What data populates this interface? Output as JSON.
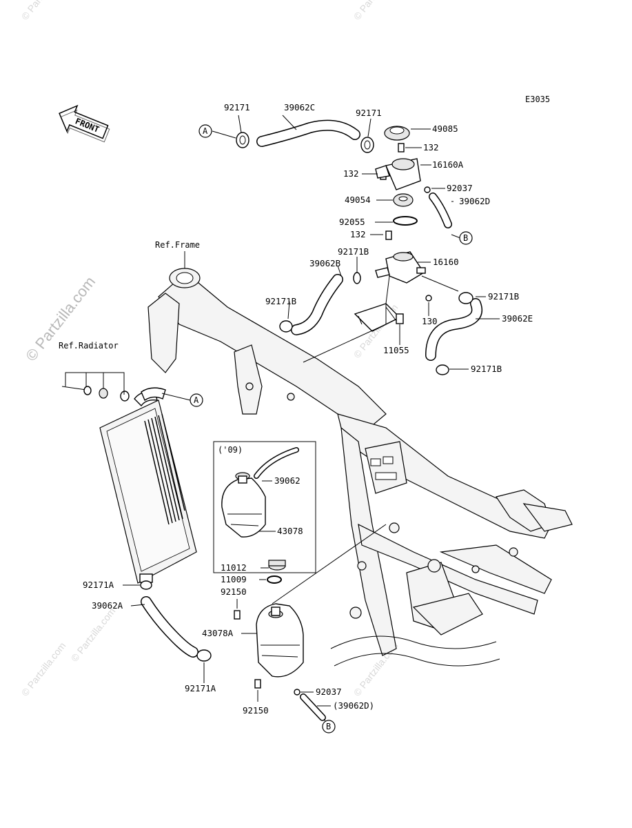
{
  "diagram_code": "E3035",
  "front_arrow": "FRONT",
  "watermarks": {
    "main": "© Partzilla.com",
    "small": "© Partzilla.com"
  },
  "ref_labels": {
    "frame": "Ref.Frame",
    "radiator": "Ref.Radiator"
  },
  "inset_label": "('09)",
  "connectors": {
    "a": "A",
    "b": "B"
  },
  "parts": {
    "p92171_left": "92171",
    "p39062C": "39062C",
    "p92171_right": "92171",
    "p49085": "49085",
    "p132_top": "132",
    "p16160A": "16160A",
    "p132_mid": "132",
    "p92037_top": "92037",
    "p49054": "49054",
    "p39062D": "39062D",
    "p92055": "92055",
    "p132_low": "132",
    "p92171B_a": "92171B",
    "p39062B": "39062B",
    "p16160": "16160",
    "p92171B_b": "92171B",
    "p92171B_c": "92171B",
    "p130": "130",
    "p39062E": "39062E",
    "p11055": "11055",
    "p92171B_d": "92171B",
    "p39062": "39062",
    "p43078": "43078",
    "p11012": "11012",
    "p11009": "11009",
    "p92150_top": "92150",
    "p92171A_top": "92171A",
    "p39062A": "39062A",
    "p43078A": "43078A",
    "p92171A_bot": "92171A",
    "p92037_bot": "92037",
    "p39062D_paren": "(39062D)",
    "p92150_bot": "92150"
  }
}
